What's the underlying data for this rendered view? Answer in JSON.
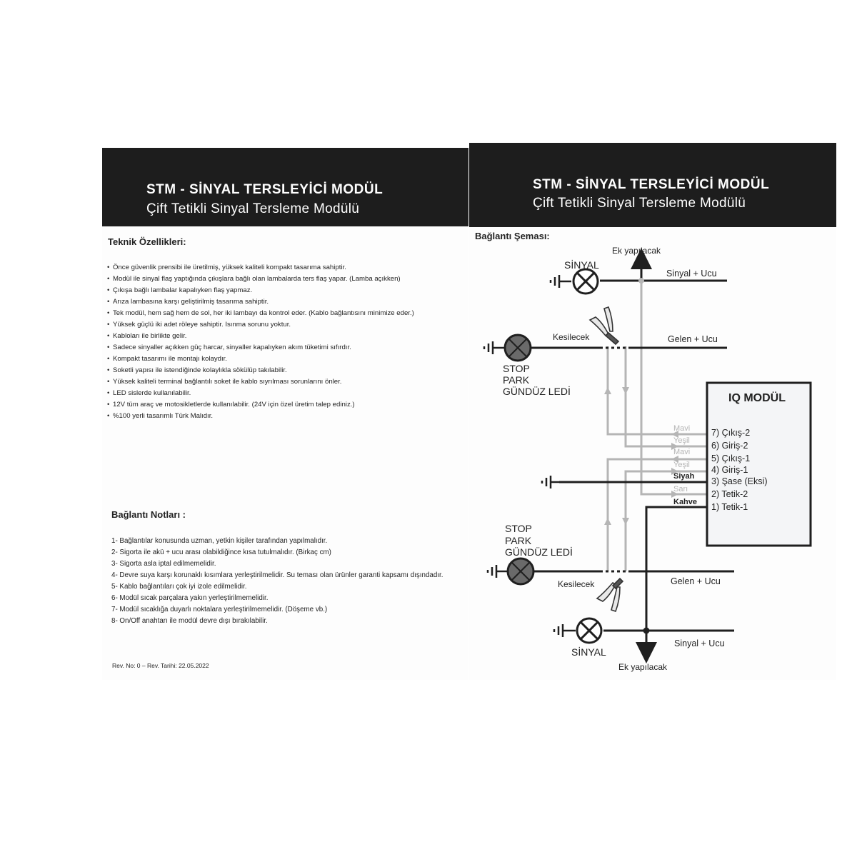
{
  "left_panel": {
    "title": "STM - SİNYAL TERSLEYİCİ MODÜL",
    "subtitle": "Çift Tetikli Sinyal Tersleme Modülü",
    "features_title": "Teknik Özellikleri:",
    "features": [
      "Önce güvenlik prensibi ile üretilmiş, yüksek kaliteli kompakt tasarıma sahiptir.",
      "Modül ile sinyal flaş yaptığında çıkışlara bağlı olan lambalarda ters flaş yapar. (Lamba açıkken)",
      "Çıkışa bağlı lambalar kapalıyken flaş yapmaz.",
      "Arıza lambasına karşı geliştirilmiş tasarıma sahiptir.",
      "Tek modül, hem sağ hem de sol, her iki lambayı da kontrol eder. (Kablo bağlantısını minimize eder.)",
      "Yüksek güçlü iki adet röleye sahiptir. Isınma sorunu yoktur.",
      "Kabloları ile birlikte gelir.",
      "Sadece sinyaller açıkken güç harcar, sinyaller kapalıyken akım tüketimi sıfırdır.",
      "Kompakt tasarımı ile montajı kolaydır.",
      "Soketli yapısı ile istendiğinde kolaylıkla sökülüp takılabilir.",
      "Yüksek kaliteli terminal bağlantılı soket ile kablo sıyrılması sorunlarını önler.",
      "LED sislerde kullanılabilir.",
      "12V tüm araç ve motosikletlerde kullanılabilir. (24V için özel üretim talep ediniz.)",
      "%100 yerli tasarımlı Türk Malıdır."
    ],
    "notes_title": "Bağlantı Notları :",
    "notes": [
      "1- Bağlantılar konusunda uzman, yetkin kişiler tarafından yapılmalıdır.",
      "2- Sigorta ile akü + ucu arası olabildiğince kısa tutulmalıdır. (Birkaç cm)",
      "3- Sigorta asla iptal edilmemelidir.",
      "4- Devre suya karşı korunaklı kısımlara yerleştirilmelidir. Su teması olan ürünler garanti kapsamı dışındadır.",
      "5- Kablo bağlantıları çok iyi izole edilmelidir.",
      "6- Modül sıcak parçalara yakın yerleştirilmemelidir.",
      "7- Modül sıcaklığa duyarlı noktalara yerleştirilmemelidir. (Döşeme vb.)",
      "8- On/Off anahtarı ile modül devre dışı bırakılabilir."
    ],
    "revision": "Rev. No: 0 – Rev. Tarihi: 22.05.2022"
  },
  "right_panel": {
    "title": "STM - SİNYAL TERSLEYİCİ MODÜL",
    "subtitle": "Çift Tetikli Sinyal Tersleme Modülü",
    "section_title": "Bağlantı Şeması:"
  },
  "diagram": {
    "ek_top": "Ek yapılacak",
    "ek_bottom": "Ek yapılacak",
    "sinyal_top": "SİNYAL",
    "sinyal_bottom": "SİNYAL",
    "sinyal_ucu_top": "Sinyal + Ucu",
    "sinyal_ucu_bottom": "Sinyal + Ucu",
    "gelen_ucu_top": "Gelen + Ucu",
    "gelen_ucu_bottom": "Gelen + Ucu",
    "kesilecek_top": "Kesilecek",
    "kesilecek_bottom": "Kesilecek",
    "lamp_top_lines": [
      "STOP",
      "PARK",
      "GÜNDÜZ LEDİ"
    ],
    "lamp_bottom_lines": [
      "STOP",
      "PARK",
      "GÜNDÜZ LEDİ"
    ],
    "module_title": "IQ MODÜL",
    "pins": [
      "7) Çıkış-2",
      "6) Giriş-2",
      "5) Çıkış-1",
      "4) Giriş-1",
      "3) Şase (Eksi)",
      "2) Tetik-2",
      "1) Tetik-1"
    ],
    "wire_colors": [
      "Mavi",
      "Yeşil",
      "Mavi",
      "Yeşil",
      "Siyah",
      "Sarı",
      "Kahve"
    ],
    "colors": {
      "dark_wire": "#1f1f1f",
      "light_wire": "#b5b5b5",
      "module_fill": "#f4f5f7"
    }
  }
}
